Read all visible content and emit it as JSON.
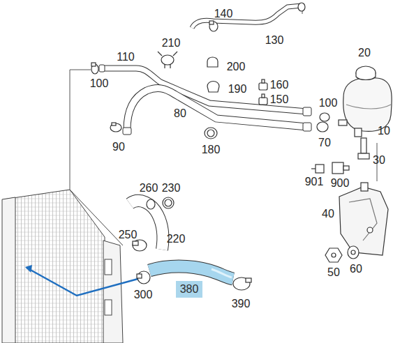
{
  "diagram": {
    "nodes": [
      {
        "text": [
          "380"
        ]
      }
    ],
    "labels": [
      "140",
      "130",
      "210",
      "20",
      "110",
      "200",
      "100",
      "190",
      "160",
      "150",
      "100",
      "80",
      "10",
      "90",
      "180",
      "70",
      "30",
      "901",
      "900",
      "260",
      "230",
      "40",
      "250",
      "220",
      "50",
      "60",
      "300",
      "390"
    ]
  }
}
